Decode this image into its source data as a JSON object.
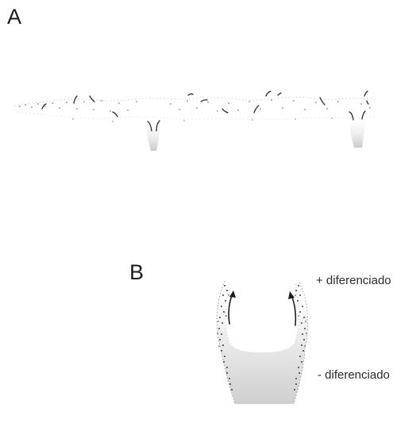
{
  "panels": {
    "a": {
      "label": "A"
    },
    "b": {
      "label": "B",
      "top_annotation": "+ diferenciado",
      "bottom_annotation": "- diferenciado"
    }
  },
  "colors": {
    "tissue_outline": "#8a8a8a",
    "cell_dots": "#4a4a4a",
    "arrow": "#1c1c1c",
    "crypt_fill": "#d2d2d2",
    "text": "#1e1e1e"
  }
}
